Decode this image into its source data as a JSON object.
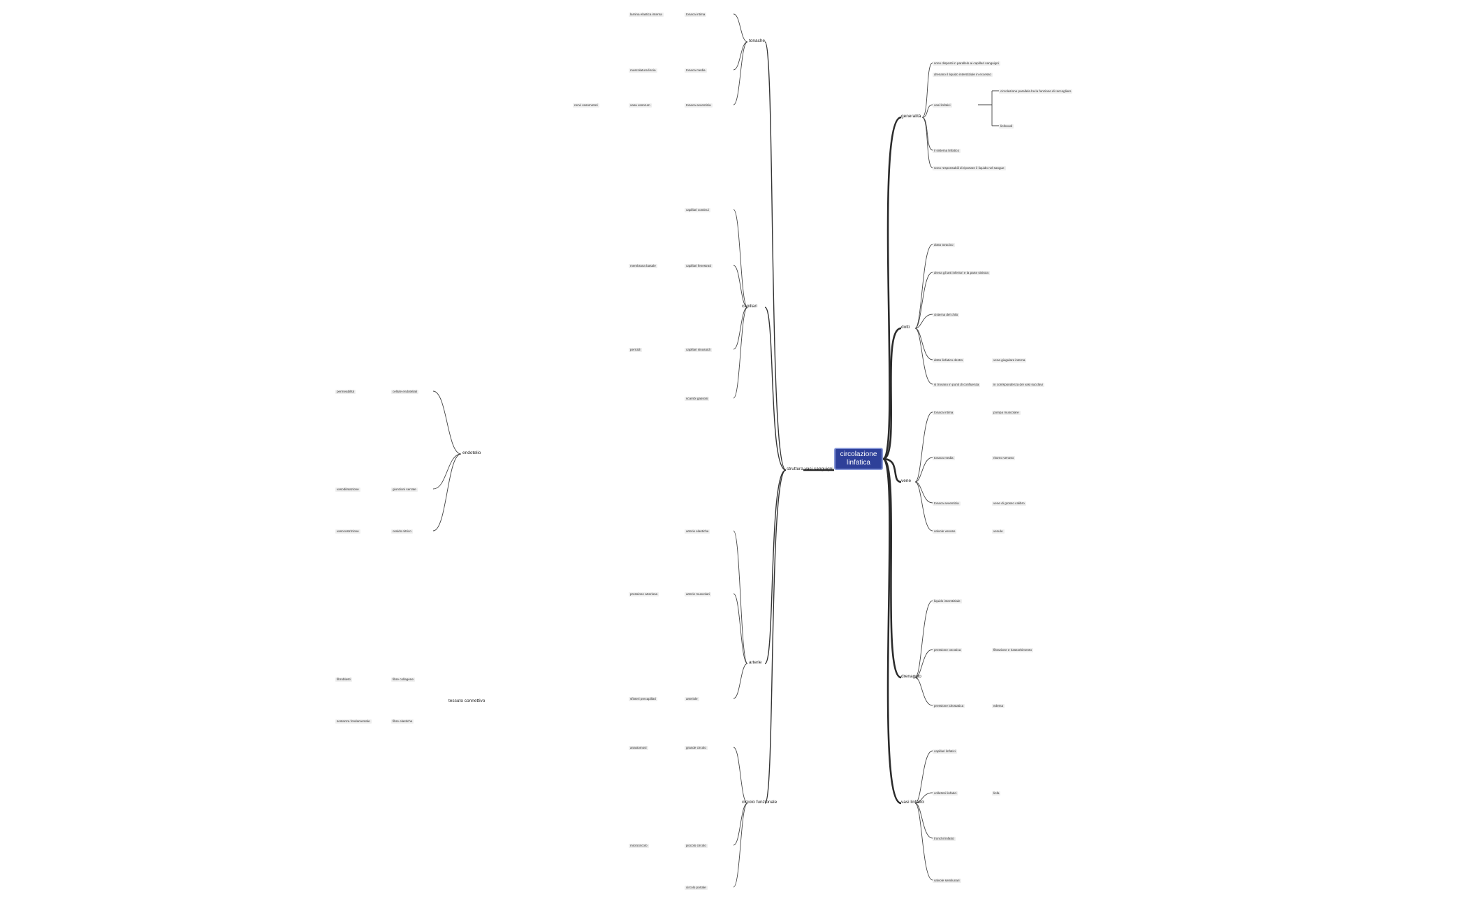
{
  "root": "circolazione linfatica",
  "colors": {
    "root_bg": "#2e4099",
    "line": "#444444",
    "node_bg": "#eeeeee"
  },
  "main": {
    "generalita": "generalità",
    "dotti": "dotti",
    "vene": "vene",
    "strutture": "struttura vasi sanguigni",
    "drenaggio": "drenaggio",
    "vasi_linfatici": "vasi linfatici"
  },
  "left_branches": {
    "tonache": "tonache",
    "capillari": "capillari",
    "arterie": "arterie",
    "circolo_funzionale": "circolo funzionale",
    "tessuto_connettivo": "tessuto connettivo",
    "endotelio": "endotelio"
  },
  "generalita": {
    "a": "sono disposti in parallelo ai capillari sanguigni",
    "b": "drenano il liquido interstiziale in eccesso",
    "c": "circolazione parallela ha la funzione di raccogliere",
    "d": "vasi linfatici",
    "e": "linfonodi",
    "f": "il sistema linfatico",
    "g": "sono responsabili di riportare il liquido nel sangue"
  },
  "dotti": {
    "a": "dotto toracico",
    "b": "drena gli arti inferiori e la parte sinistra",
    "c": "cisterna del chilo",
    "d": "dotto linfatico destro",
    "e": "si trovano in punti di confluenza",
    "f": "in corrispondenza dei vasi succlavi",
    "g": "vena giugulare interna"
  },
  "vene": {
    "a": "tonaca intima",
    "b": "tonaca media",
    "c": "tonaca avventizia",
    "d": "valvole venose",
    "e": "pompa muscolare",
    "f": "ritorno venoso",
    "g": "vene di grosso calibro",
    "h": "venule"
  },
  "drenaggio": {
    "a": "liquido interstiziale",
    "b": "pressione oncotica",
    "c": "pressione idrostatica",
    "d": "filtrazione e riassorbimento",
    "e": "edema"
  },
  "vasi_linfatici": {
    "a": "capillari linfatici",
    "b": "collettori linfatici",
    "c": "tronchi linfatici",
    "d": "valvole semilunari",
    "e": "linfa"
  },
  "strutture": {
    "a": "tonaca intima",
    "b": "tonaca media",
    "c": "tonaca avventizia",
    "d": "lamina elastica interna",
    "e": "muscolatura liscia",
    "f": "vasa vasorum",
    "g": "nervi vasomotori"
  },
  "capillari": {
    "a": "capillari continui",
    "b": "capillari fenestrati",
    "c": "capillari sinusoidi",
    "d": "scambi gassosi",
    "e": "membrana basale",
    "f": "pericidi"
  },
  "arterie": {
    "a": "arterie elastiche",
    "b": "arterie muscolari",
    "c": "arteriole",
    "d": "pressione arteriosa",
    "e": "sfinteri precapillari"
  },
  "circolo": {
    "a": "grande circolo",
    "b": "piccolo circolo",
    "c": "circolo portale",
    "d": "anastomosi",
    "e": "microcircolo"
  },
  "connettivo": {
    "a": "fibre collagene",
    "b": "fibre elastiche",
    "c": "fibroblasti",
    "d": "sostanza fondamentale"
  },
  "endotelio": {
    "a": "cellule endoteliali",
    "b": "giunzioni serrate",
    "c": "ossido nitrico",
    "d": "permeabilità",
    "e": "vasodilatazione",
    "f": "vasocostrizione"
  }
}
